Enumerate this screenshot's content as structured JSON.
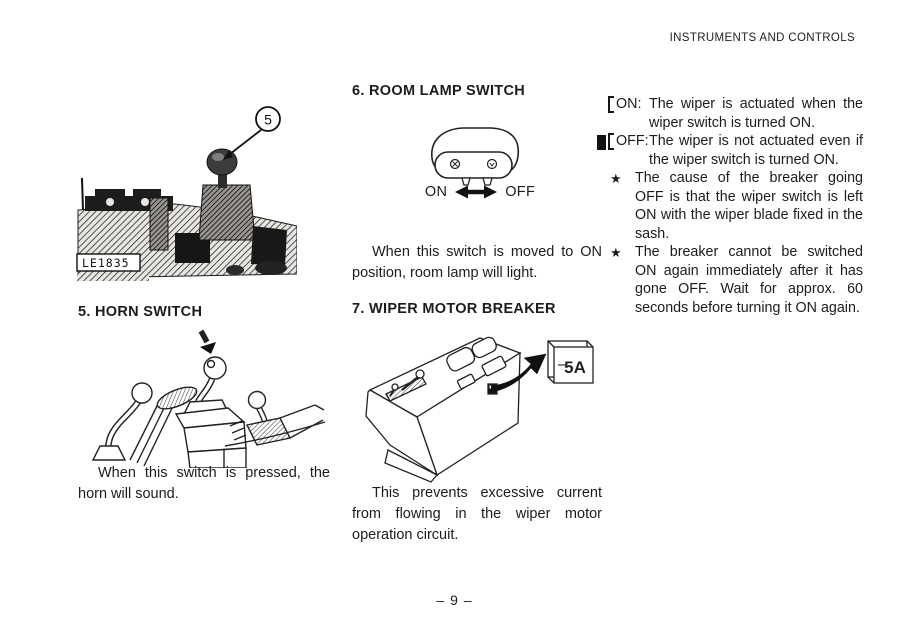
{
  "page": {
    "header": "INSTRUMENTS AND CONTROLS",
    "page_number": "– 9 –"
  },
  "left_column": {
    "photo": {
      "callout_number": "5",
      "photo_code": "LE1835"
    },
    "horn_switch": {
      "heading": "5. HORN SWITCH",
      "body": "When this switch is pressed, the horn will sound."
    }
  },
  "middle_column": {
    "room_lamp_switch": {
      "heading": "6. ROOM LAMP SWITCH",
      "on_label": "ON",
      "off_label": "OFF",
      "body": "When this switch is moved to ON position, room lamp will light."
    },
    "wiper_motor_breaker": {
      "heading": "7. WIPER MOTOR BREAKER",
      "fuse_label": "5A",
      "body": "This prevents excessive current from flowing in the wiper motor operation circuit."
    }
  },
  "right_column": {
    "items": [
      {
        "marker": "open-bracket",
        "label": "ON:",
        "text": "The wiper is actuated when the wiper switch is turned ON."
      },
      {
        "marker": "filled-block-bracket",
        "label": "OFF:",
        "text": "The wiper is not actuated even if the wiper switch is turned ON."
      },
      {
        "marker": "star",
        "label": "★",
        "text": "The cause of the breaker going OFF is that the wiper switch is left ON with the wiper blade fixed in the sash."
      },
      {
        "marker": "star",
        "label": "★",
        "text": "The breaker cannot be switched ON again immediately after it has gone OFF. Wait for approx. 60 seconds before turning it ON again."
      }
    ]
  },
  "colors": {
    "paper": "#ffffff",
    "ink": "#1c1c1c"
  }
}
